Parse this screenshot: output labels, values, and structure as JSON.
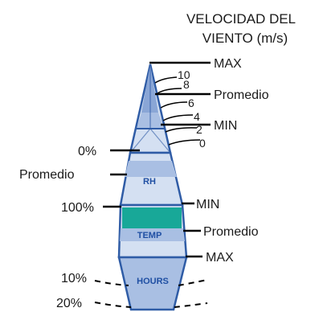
{
  "wind": {
    "title_line1": "VELOCIDAD DEL",
    "title_line2": "VIENTO (m/s)",
    "scale": [
      "10",
      "8",
      "6",
      "4",
      "2",
      "0"
    ],
    "max_label": "MAX",
    "avg_label": "Promedio",
    "min_label": "MIN"
  },
  "rh": {
    "label": "RH",
    "top_pct": "0%",
    "avg_label": "Promedio",
    "bottom_pct": "100%"
  },
  "temp": {
    "label": "TEMP",
    "min_label": "MIN",
    "avg_label": "Promedio",
    "max_label": "MAX"
  },
  "hours": {
    "label": "HOURS",
    "pct_10": "10%",
    "pct_20": "20%"
  },
  "colors": {
    "outline": "#2f5ca6",
    "light_fill": "#d4e0f2",
    "mid_fill": "#a9bfe3",
    "dark_fill": "#8aa6d6",
    "temp_band": "#18a898",
    "line": "#000000"
  }
}
